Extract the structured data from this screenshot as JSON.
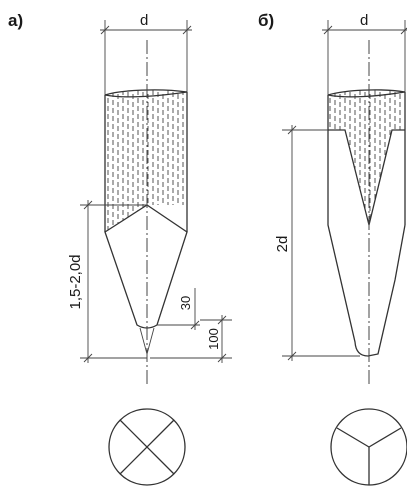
{
  "panel_a": {
    "label": "а)",
    "diameter": "d",
    "tip_length": "1,5-2,0d",
    "dim_small": "30",
    "dim_tip": "100"
  },
  "panel_b": {
    "label": "б)",
    "diameter": "d",
    "tip_length": "2d"
  },
  "colors": {
    "line": "#333333",
    "background": "#ffffff"
  }
}
